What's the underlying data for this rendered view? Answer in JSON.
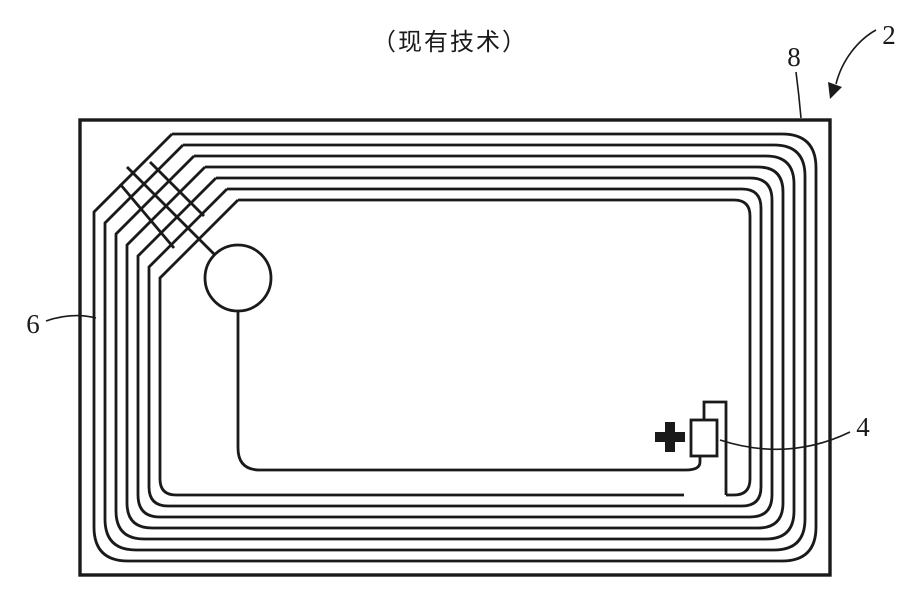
{
  "figure": {
    "title": "（现有技术）",
    "labels": {
      "substrate": "2",
      "outer_edge": "8",
      "coil": "6",
      "chip": "4"
    },
    "colors": {
      "line": "#1a1a1a",
      "background": "#ffffff"
    },
    "elements": {
      "substrate": "rfid-inlay-substrate",
      "coil": "multi-turn-antenna-coil",
      "crossover": "corner-crossover-jumpers",
      "pad": "circular-pad",
      "chip": "ic-chip",
      "cross": "registration-cross-mark"
    }
  }
}
